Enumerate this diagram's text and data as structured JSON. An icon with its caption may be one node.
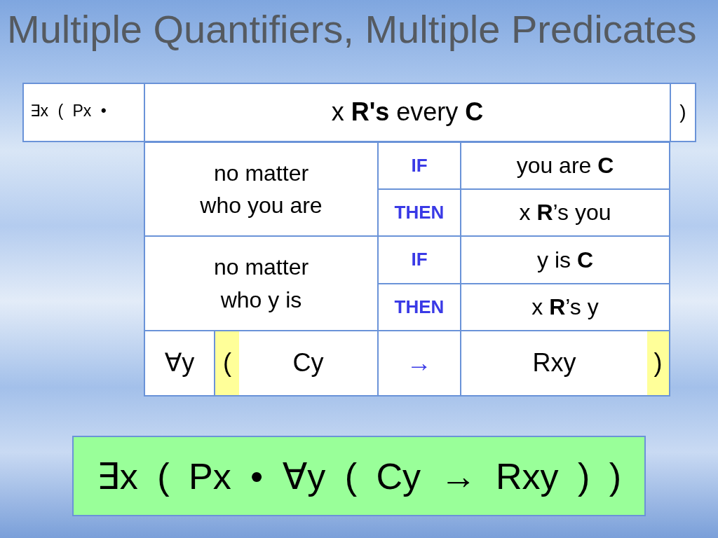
{
  "diagram": {
    "title": "Multiple Quantifiers, Multiple Predicates",
    "nodes": [
      {
        "text": [
          "∃x ( Px • ∀y ( Cy → Rxy ) )"
        ]
      }
    ],
    "labels": [
      "∃x ( Px •",
      "x **R's** every **C**",
      ")",
      "no matter who you are",
      "IF",
      "you are **C**",
      "THEN",
      "x **R**’s you",
      "no matter who y is",
      "IF",
      "y is **C**",
      "THEN",
      "x **R**’s y",
      "∀y",
      "(",
      "Cy",
      "→",
      "Rxy",
      ")"
    ]
  }
}
